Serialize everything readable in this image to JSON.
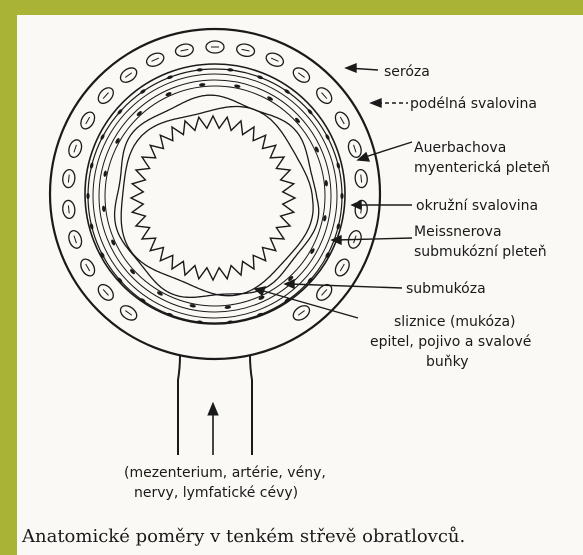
{
  "colors": {
    "background": "#a9b437",
    "paper": "#faf9f5",
    "ink": "#1a1a1a"
  },
  "diagram": {
    "labels": {
      "seroza": "seróza",
      "podelna": "podélná svalovina",
      "auerbach_1": "Auerbachova",
      "auerbach_2": "myenterická pleteň",
      "okruzni": "okružní svalovina",
      "meissner_1": "Meissnerova",
      "meissner_2": "submukózní pleteň",
      "submukoza": "submukóza",
      "sliznice_1": "sliznice (mukóza)",
      "sliznice_2": "epitel, pojivo a svalové",
      "sliznice_3": "buňky",
      "mesentery_1": "(mezenterium, artérie, vény,",
      "mesentery_2": "nervy, lymfatické cévy)"
    },
    "caption": "Anatomické poměry v tenkém střevě obratlovců."
  }
}
